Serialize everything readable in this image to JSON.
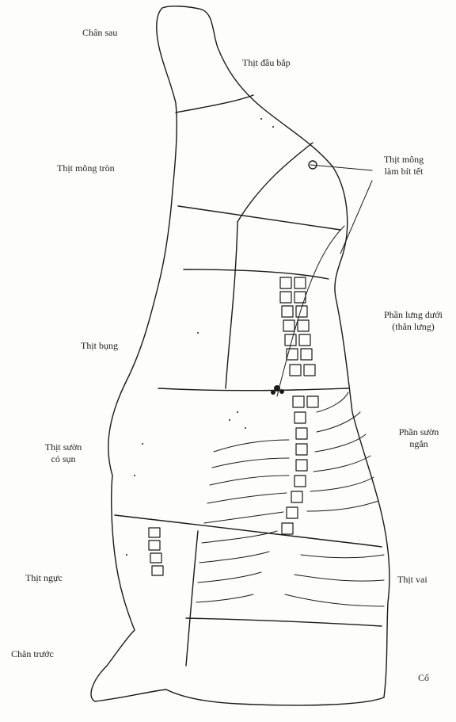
{
  "diagram": {
    "labels": {
      "chan_sau": "Chân sau",
      "thit_dau_bap": "Thịt đầu bắp",
      "thit_mong_tron": "Thịt mông tròn",
      "thit_mong_bit_tet_1": "Thịt mông",
      "thit_mong_bit_tet_2": "làm bít tết",
      "phan_lung_duoi_1": "Phần lưng dưới",
      "phan_lung_duoi_2": "(thăn lưng)",
      "thit_bung": "Thịt bụng",
      "phan_suon_ngan_1": "Phần sườn",
      "phan_suon_ngan_2": "ngắn",
      "thit_suon_co_sun_1": "Thịt sườn",
      "thit_suon_co_sun_2": "có sụn",
      "thit_nguc": "Thịt ngực",
      "thit_vai": "Thịt vai",
      "chan_truoc": "Chân trước",
      "co": "Cổ"
    },
    "colors": {
      "ink": "#1a1a1a",
      "paper": "#fdfdfb"
    }
  }
}
